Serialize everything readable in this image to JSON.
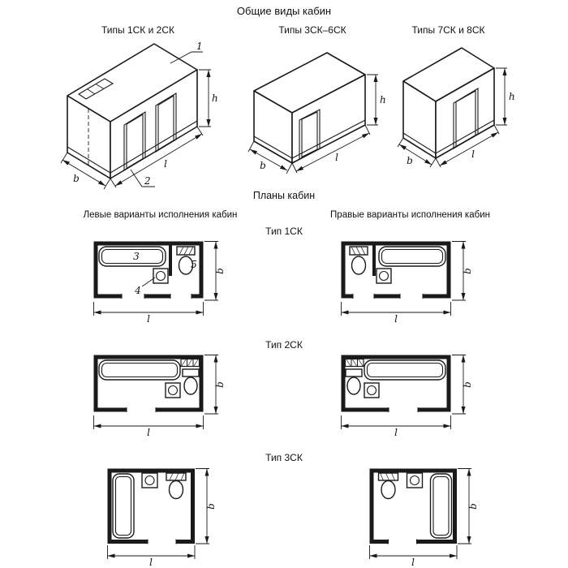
{
  "titles": {
    "main": "Общие виды кабин",
    "plans": "Планы кабин"
  },
  "views": [
    {
      "label": "Типы 1СК и 2СК"
    },
    {
      "label": "Типы 3СК–6СК"
    },
    {
      "label": "Типы 7СК и 8СК"
    }
  ],
  "column_headers": {
    "left": "Левые варианты исполнения кабин",
    "right": "Правые варианты исполнения кабин"
  },
  "plan_rows": [
    {
      "label": "Тип 1СК"
    },
    {
      "label": "Тип 2СК"
    },
    {
      "label": "Тип 3СК"
    }
  ],
  "dim_labels": {
    "h": "h",
    "b": "b",
    "l": "l"
  },
  "callouts": {
    "c1": "1",
    "c2": "2",
    "c3": "3",
    "c4": "4",
    "c5": "5"
  },
  "colors": {
    "ink": "#1a1a1a",
    "background": "#ffffff"
  }
}
